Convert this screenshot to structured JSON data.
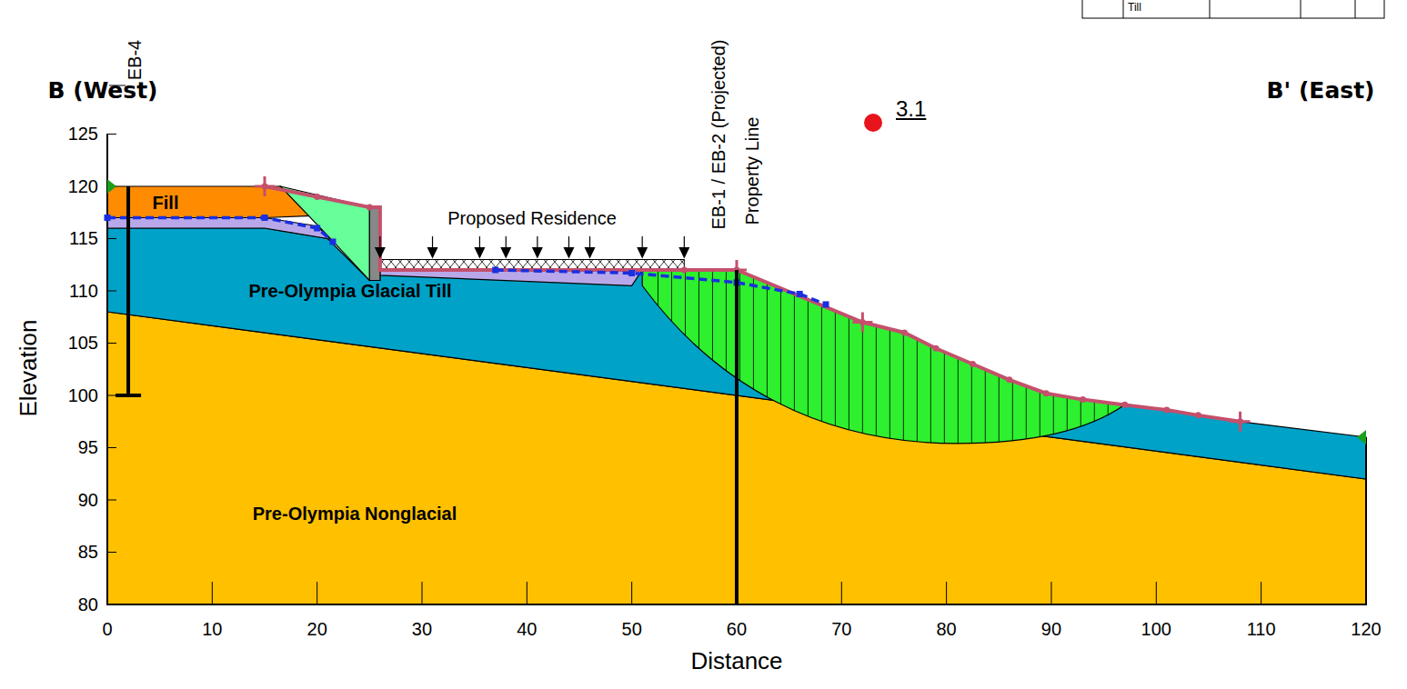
{
  "diagram": {
    "nodes": [
      {
        "text": [
          "Fill"
        ]
      },
      {
        "text": [
          "Pre-Olympia Glacial Till"
        ]
      },
      {
        "text": [
          "Pre-Olympia Nonglacial"
        ]
      }
    ],
    "labels": [
      "B (West)",
      "B' (East)",
      "3.1",
      "EB-4",
      "EB-1 / EB-2 (Projected)",
      "Property Line",
      "Proposed Residence",
      "Elevation",
      "Distance",
      "Till",
      "125",
      "120",
      "115",
      "110",
      "105",
      "100",
      "95",
      "90",
      "85",
      "80",
      "0",
      "10",
      "20",
      "30",
      "40",
      "50",
      "60",
      "70",
      "80",
      "90",
      "100",
      "110",
      "120"
    ]
  }
}
